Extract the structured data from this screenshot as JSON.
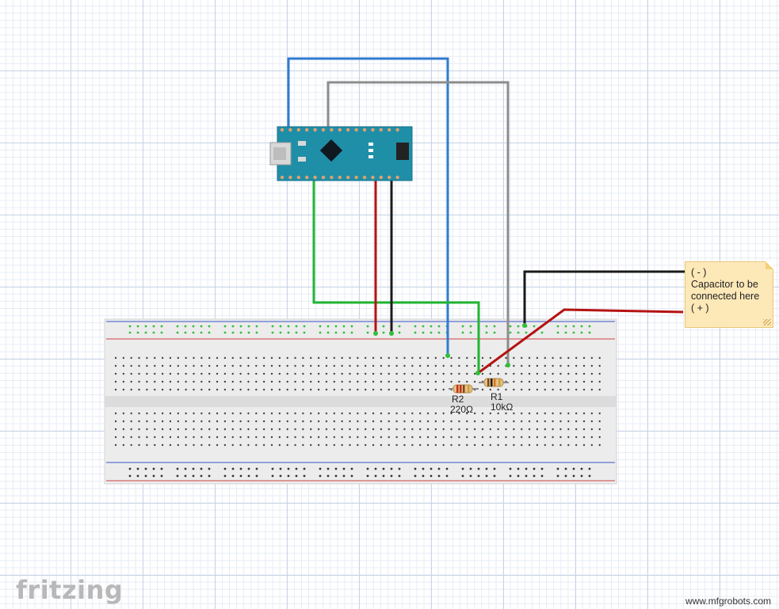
{
  "annotation": {
    "line1": "( - )",
    "line2": "Capacitor to be",
    "line3": "connected here",
    "line4": "( + )"
  },
  "components": {
    "r2_name": "R2",
    "r2_value": "220Ω",
    "r1_name": "R1",
    "r1_value": "10kΩ"
  },
  "branding": {
    "logo": "fritzing",
    "watermark": "www.mfgrobots.com"
  },
  "colors": {
    "wire_blue": "#2f7bd1",
    "wire_gray": "#8c8c8c",
    "wire_green": "#1fb532",
    "wire_red": "#c01010",
    "wire_black": "#1a1a1a",
    "board_teal": "#1f8fa8",
    "breadboard": "#ececec"
  }
}
